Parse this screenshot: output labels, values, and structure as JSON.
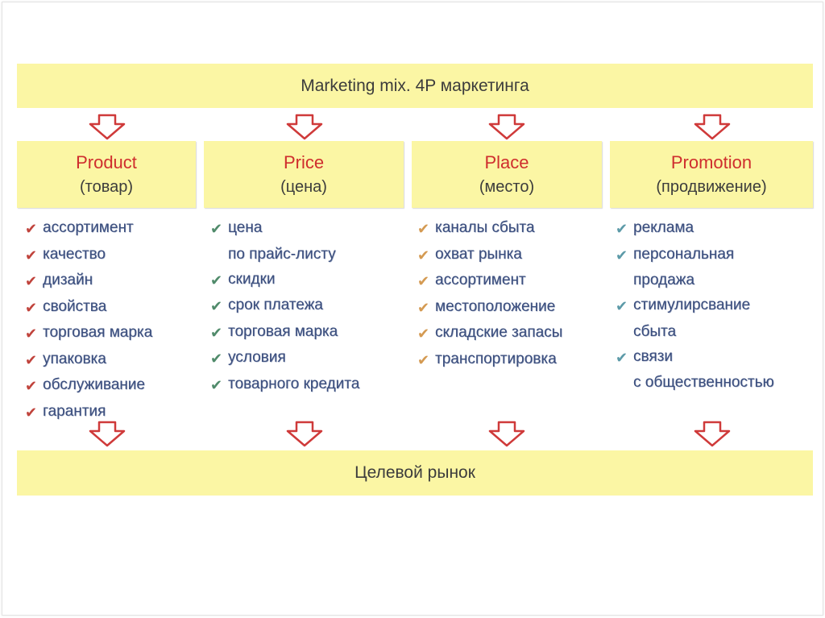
{
  "title": "Marketing mix. 4P маркетинга",
  "columns": [
    {
      "name": "Product",
      "subtitle": "(товар)",
      "items": [
        "ассортимент",
        "качество",
        "дизайн",
        "свойства",
        "торговая марка",
        "упаковка",
        "обслуживание",
        "гарантия"
      ]
    },
    {
      "name": "Price",
      "subtitle": "(цена)",
      "items": [
        "цена",
        "по прайс-листу",
        "скидки",
        "срок платежа",
        "торговая марка",
        "условия",
        "товарного кредита"
      ]
    },
    {
      "name": "Place",
      "subtitle": "(место)",
      "items": [
        "каналы сбыта",
        "охват рынка",
        "ассортимент",
        "местоположение",
        "складские запасы",
        "транспортировка"
      ]
    },
    {
      "name": "Promotion",
      "subtitle": "(продвижение)",
      "items": [
        "реклама",
        "персональная",
        "продажа",
        "стимулирсвание",
        "сбыта",
        "связи",
        "с общественностью"
      ]
    }
  ],
  "target": "Целевой рынок",
  "colors": {
    "band_fill": "#fbf6a4",
    "heading_red": "#cf2e2e",
    "item_text": "#3c4f7e",
    "arrow_outline": "#cf3a3a",
    "check_product": "#c0433c",
    "check_price": "#4f8a6a",
    "check_place": "#d49a52",
    "check_promotion": "#5c9aa8"
  },
  "icons": [
    "down-arrow-icon",
    "checkmark-icon"
  ]
}
